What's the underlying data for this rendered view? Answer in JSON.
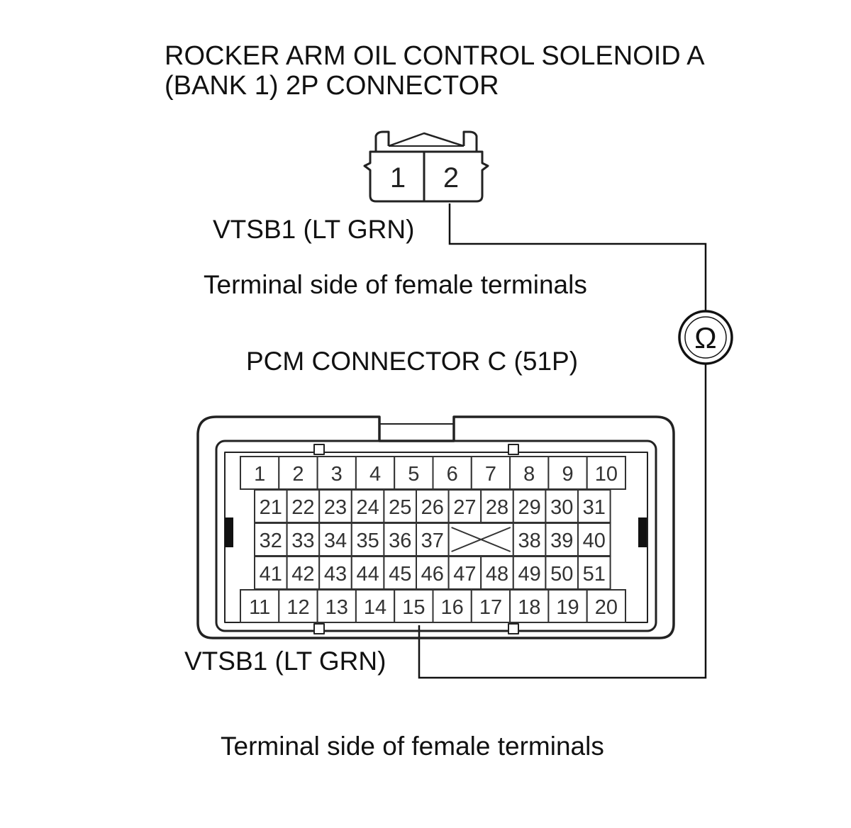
{
  "solenoid": {
    "title_line1": "ROCKER ARM OIL CONTROL SOLENOID A",
    "title_line2": "(BANK 1) 2P CONNECTOR",
    "pins": [
      "1",
      "2"
    ],
    "wire_label": "VTSB1 (LT GRN)",
    "side_note": "Terminal side of female terminals"
  },
  "meter": {
    "symbol": "Ω"
  },
  "pcm": {
    "title": "PCM CONNECTOR C (51P)",
    "rows": [
      [
        "1",
        "2",
        "3",
        "4",
        "5",
        "6",
        "7",
        "8",
        "9",
        "10"
      ],
      [
        "21",
        "22",
        "23",
        "24",
        "25",
        "26",
        "27",
        "28",
        "29",
        "30",
        "31"
      ],
      [
        "32",
        "33",
        "34",
        "35",
        "36",
        "37",
        "",
        "38",
        "39",
        "40"
      ],
      [
        "41",
        "42",
        "43",
        "44",
        "45",
        "46",
        "47",
        "48",
        "49",
        "50",
        "51"
      ],
      [
        "11",
        "12",
        "13",
        "14",
        "15",
        "16",
        "17",
        "18",
        "19",
        "20"
      ]
    ],
    "wire_label": "VTSB1 (LT GRN)",
    "side_note": "Terminal side of female terminals"
  }
}
